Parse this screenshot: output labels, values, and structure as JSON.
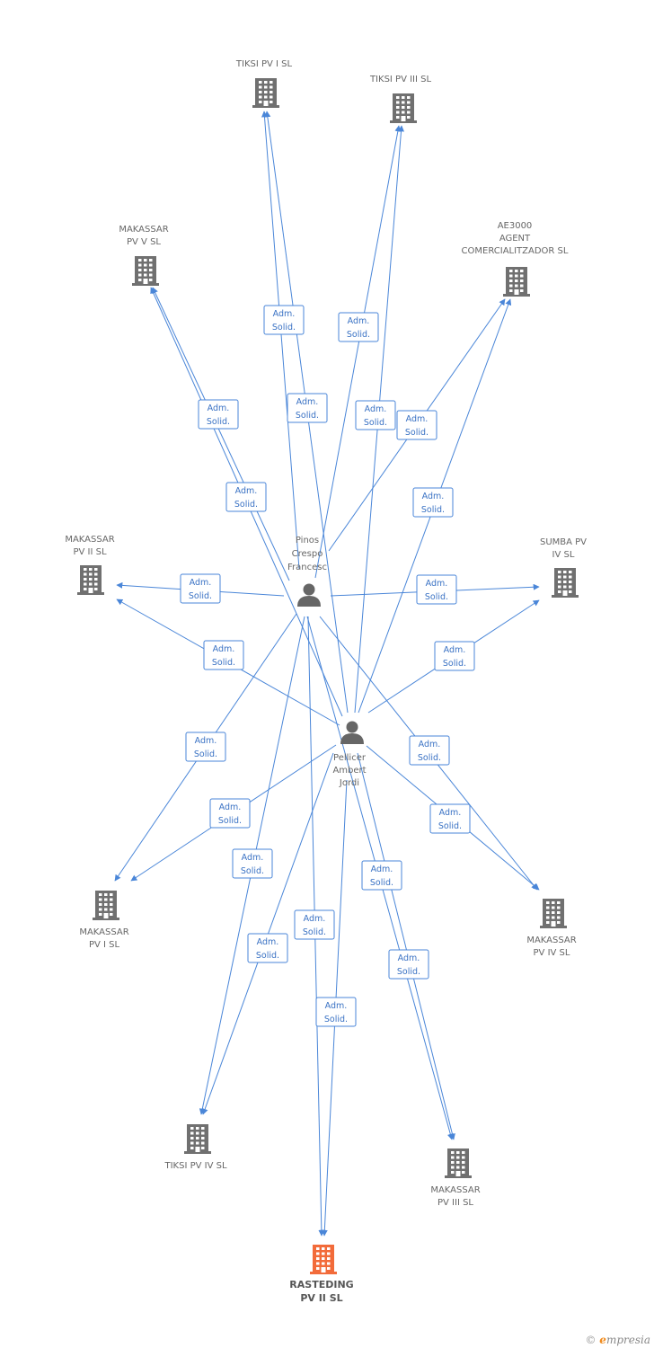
{
  "colors": {
    "edge": "#4a86d8",
    "company": "#707070",
    "focus_company": "#f26b3a",
    "person": "#666666"
  },
  "nodes": [
    {
      "id": "pinos",
      "type": "person",
      "label": [
        "Pinos",
        "Crespo",
        "Francesc"
      ]
    },
    {
      "id": "pellicer",
      "type": "person",
      "label": [
        "Pellicer",
        "Ambert",
        "Jordi"
      ]
    },
    {
      "id": "tiksi1",
      "type": "company",
      "label": [
        "TIKSI PV I SL"
      ]
    },
    {
      "id": "tiksi3",
      "type": "company",
      "label": [
        "TIKSI PV III SL"
      ]
    },
    {
      "id": "makassar5",
      "type": "company",
      "label": [
        "MAKASSAR",
        "PV V SL"
      ]
    },
    {
      "id": "ae3000",
      "type": "company",
      "label": [
        "AE3000",
        "AGENT",
        "COMERCIALITZADOR SL"
      ]
    },
    {
      "id": "makassar2",
      "type": "company",
      "label": [
        "MAKASSAR",
        "PV II SL"
      ]
    },
    {
      "id": "sumba4",
      "type": "company",
      "label": [
        "SUMBA PV",
        "IV SL"
      ]
    },
    {
      "id": "makassar1",
      "type": "company",
      "label": [
        "MAKASSAR",
        "PV I SL"
      ]
    },
    {
      "id": "makassar4",
      "type": "company",
      "label": [
        "MAKASSAR",
        "PV IV SL"
      ]
    },
    {
      "id": "tiksi4",
      "type": "company",
      "label": [
        "TIKSI PV IV SL"
      ]
    },
    {
      "id": "makassar3",
      "type": "company",
      "label": [
        "MAKASSAR",
        "PV III SL"
      ]
    },
    {
      "id": "rasteding",
      "type": "focus",
      "label": [
        "RASTEDING",
        "PV II SL"
      ]
    }
  ],
  "edges": [
    {
      "from": "pinos",
      "to": "tiksi1",
      "label": [
        "Adm.",
        "Solid."
      ]
    },
    {
      "from": "pellicer",
      "to": "tiksi1",
      "label": [
        "Adm.",
        "Solid."
      ]
    },
    {
      "from": "pinos",
      "to": "tiksi3",
      "label": [
        "Adm.",
        "Solid."
      ]
    },
    {
      "from": "pellicer",
      "to": "tiksi3",
      "label": [
        "Adm.",
        "Solid."
      ]
    },
    {
      "from": "pinos",
      "to": "makassar5",
      "label": [
        "Adm.",
        "Solid."
      ]
    },
    {
      "from": "pellicer",
      "to": "makassar5",
      "label": [
        "Adm.",
        "Solid."
      ]
    },
    {
      "from": "pinos",
      "to": "ae3000",
      "label": [
        "Adm.",
        "Solid."
      ]
    },
    {
      "from": "pellicer",
      "to": "ae3000",
      "label": [
        "Adm.",
        "Solid."
      ]
    },
    {
      "from": "pinos",
      "to": "makassar2",
      "label": [
        "Adm.",
        "Solid."
      ]
    },
    {
      "from": "pellicer",
      "to": "makassar2",
      "label": [
        "Adm.",
        "Solid."
      ]
    },
    {
      "from": "pinos",
      "to": "sumba4",
      "label": [
        "Adm.",
        "Solid."
      ]
    },
    {
      "from": "pellicer",
      "to": "sumba4",
      "label": [
        "Adm.",
        "Solid."
      ]
    },
    {
      "from": "pinos",
      "to": "makassar1",
      "label": [
        "Adm.",
        "Solid."
      ]
    },
    {
      "from": "pellicer",
      "to": "makassar1",
      "label": [
        "Adm.",
        "Solid."
      ]
    },
    {
      "from": "pinos",
      "to": "makassar4",
      "label": [
        "Adm.",
        "Solid."
      ]
    },
    {
      "from": "pellicer",
      "to": "makassar4",
      "label": [
        "Adm.",
        "Solid."
      ]
    },
    {
      "from": "pinos",
      "to": "tiksi4",
      "label": [
        "Adm.",
        "Solid."
      ]
    },
    {
      "from": "pellicer",
      "to": "tiksi4",
      "label": [
        "Adm.",
        "Solid."
      ]
    },
    {
      "from": "pinos",
      "to": "makassar3",
      "label": [
        "Adm.",
        "Solid."
      ]
    },
    {
      "from": "pellicer",
      "to": "makassar3",
      "label": [
        "Adm.",
        "Solid."
      ]
    },
    {
      "from": "pinos",
      "to": "rasteding",
      "label": [
        "Adm.",
        "Solid."
      ]
    },
    {
      "from": "pellicer",
      "to": "rasteding",
      "label": [
        "Adm.",
        "Solid."
      ]
    }
  ],
  "footer": {
    "copyright": "©",
    "brand_initial": "e",
    "brand_rest": "mpresia"
  }
}
